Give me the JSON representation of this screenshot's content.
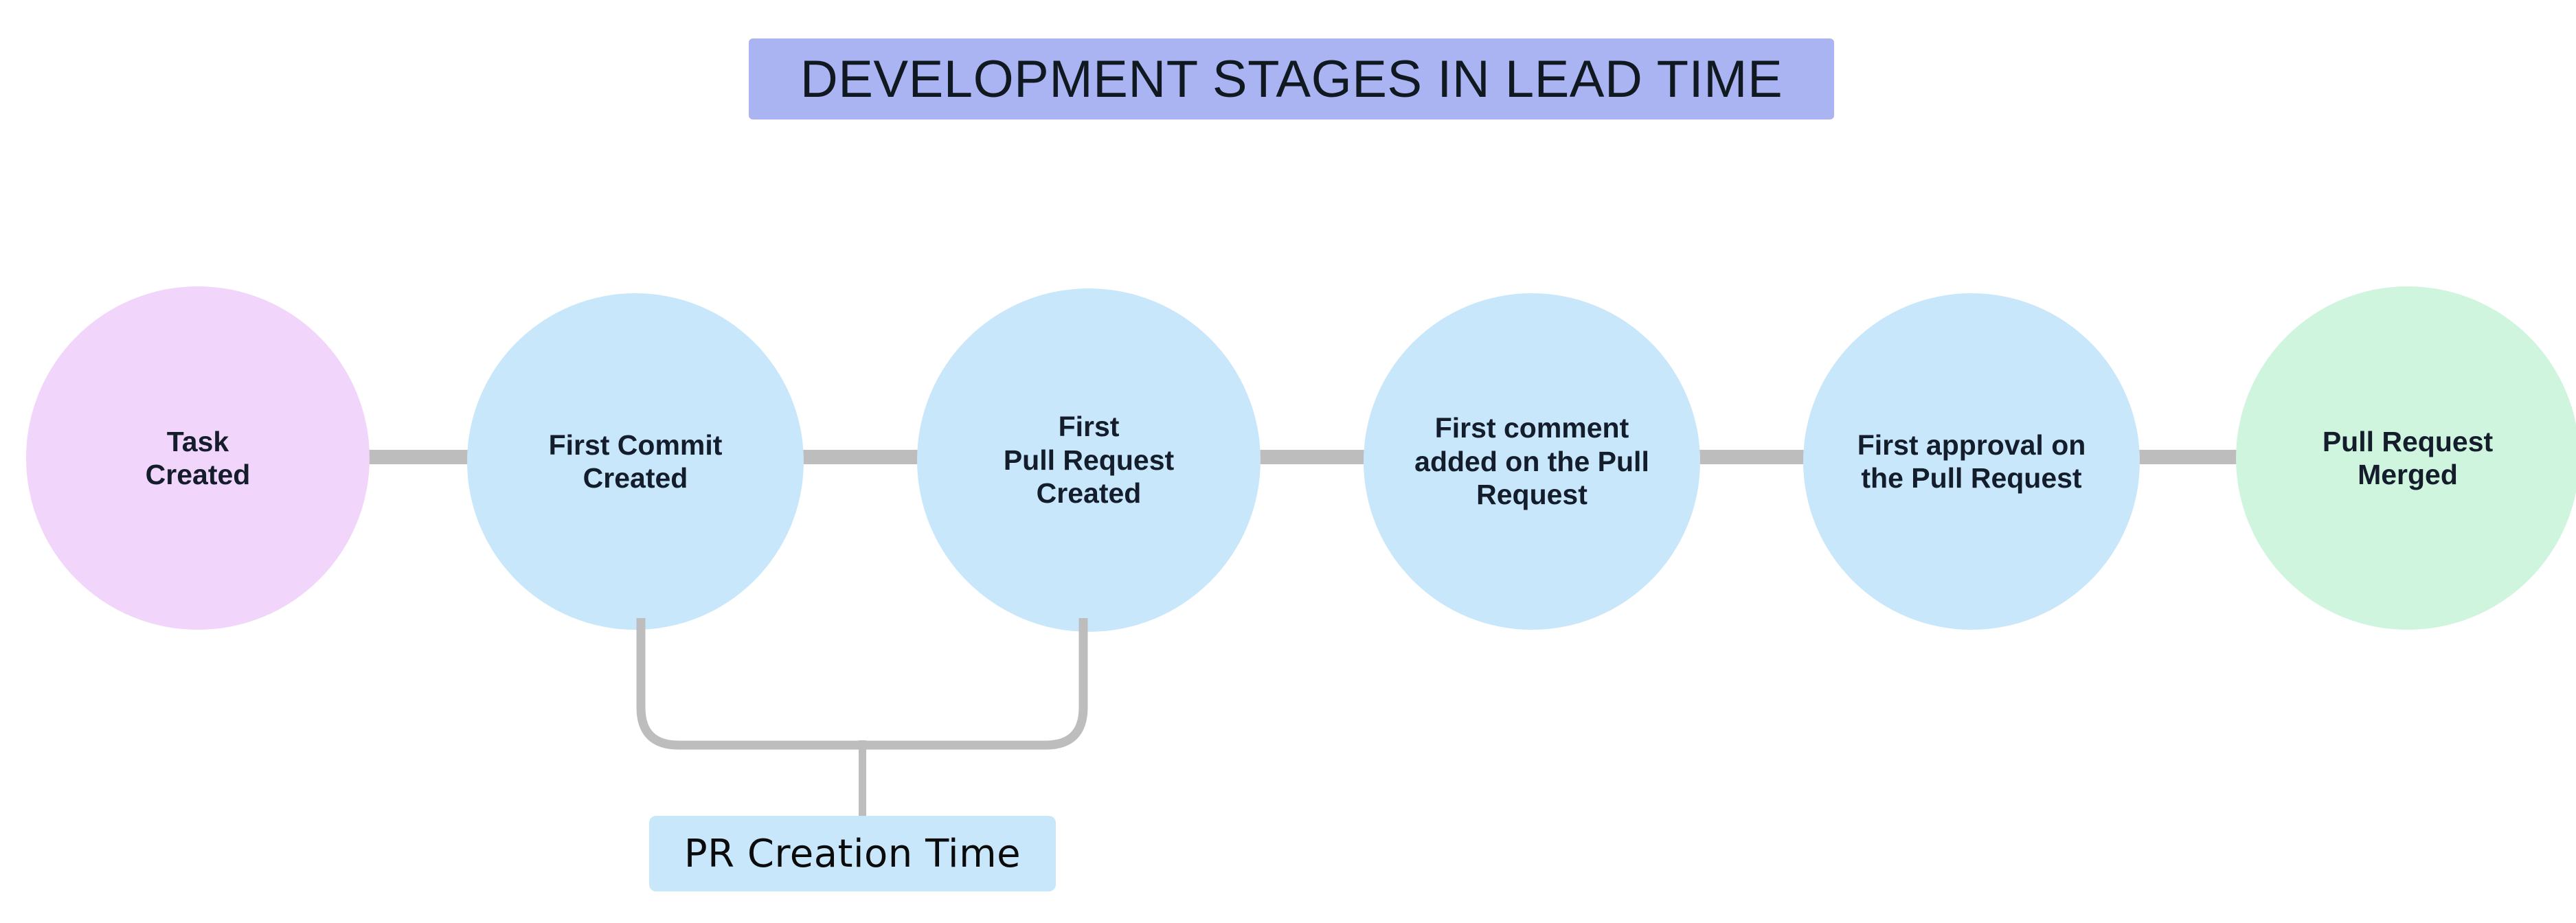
{
  "diagram": {
    "title": "DEVELOPMENT STAGES IN LEAD TIME",
    "title_bg_color": "#aab4f2",
    "background_color": "#ffffff",
    "connector_color": "#bdbdbd",
    "nodes": [
      {
        "id": "task-created",
        "label": "Task\nCreated",
        "color": "#f2d5fa",
        "shape": "circle"
      },
      {
        "id": "first-commit-created",
        "label": "First Commit\nCreated",
        "color": "#c9e7fb",
        "shape": "circle"
      },
      {
        "id": "first-pull-request-created",
        "label": "First\nPull Request\nCreated",
        "color": "#c9e7fb",
        "shape": "circle"
      },
      {
        "id": "first-comment-added",
        "label": "First comment\nadded on the Pull\nRequest",
        "color": "#c9e7fb",
        "shape": "circle"
      },
      {
        "id": "first-approval",
        "label": "First approval on\nthe Pull Request",
        "color": "#c9e7fb",
        "shape": "circle"
      },
      {
        "id": "pull-request-merged",
        "label": "Pull Request\nMerged",
        "color": "#d0f5de",
        "shape": "circle"
      }
    ],
    "annotation": {
      "label": "PR Creation Time",
      "bg_color": "#c9e7fb",
      "spans_from": "First Commit Created",
      "spans_to": "First Pull Request Created"
    }
  }
}
